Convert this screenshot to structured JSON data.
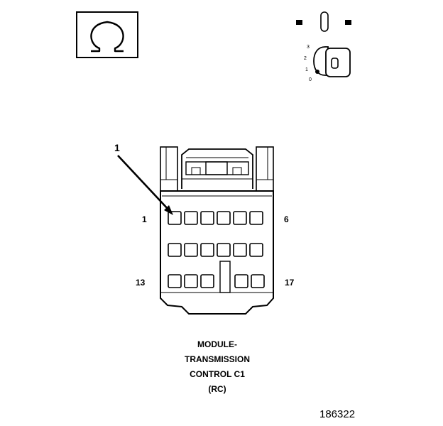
{
  "symbols": {
    "omega_box": {
      "glyph": "Ω",
      "icon": "omega-symbol-icon"
    },
    "ignition": {
      "icon": "ignition-key-icon",
      "positions": [
        "3",
        "2",
        "1",
        "0"
      ]
    }
  },
  "connector": {
    "callout": "1",
    "pin_labels": {
      "top_left": "1",
      "top_right": "6",
      "bottom_left": "13",
      "bottom_right": "17"
    },
    "rows": [
      {
        "cavities": 6
      },
      {
        "cavities": 6
      },
      {
        "cavities": 5
      }
    ]
  },
  "caption": {
    "lines": [
      "MODULE-",
      "TRANSMISSION",
      "CONTROL C1",
      "(RC)"
    ]
  },
  "figure_number": "186322",
  "colors": {
    "ink": "#000000",
    "paper": "#ffffff"
  }
}
